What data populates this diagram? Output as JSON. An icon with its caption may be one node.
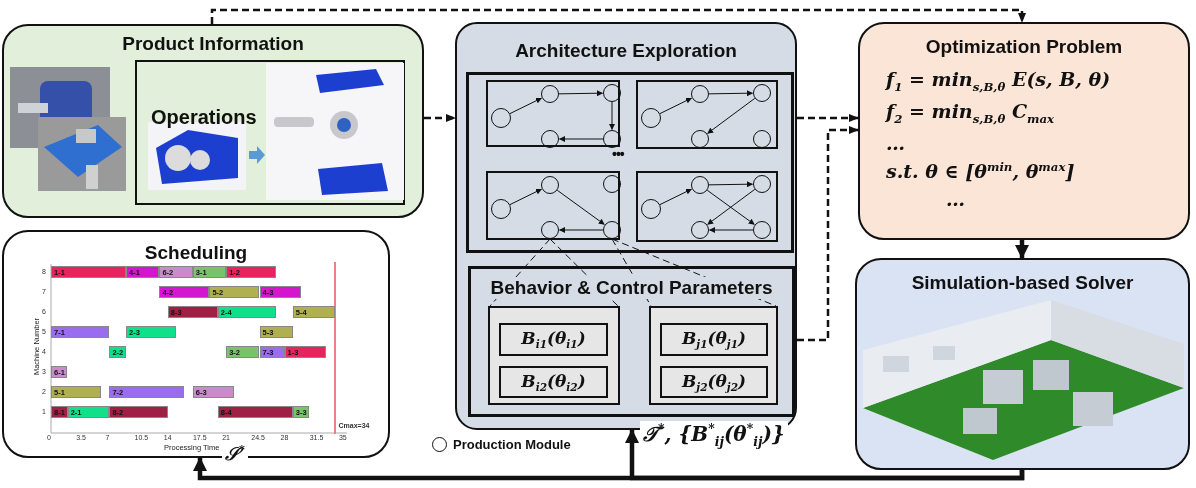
{
  "diagram": {
    "nodes": [
      {
        "text": [
          "Product Information"
        ]
      },
      {
        "text": [
          "Operations"
        ],
        "in": 0
      },
      {
        "text": [
          "Architecture Exploration"
        ]
      },
      {
        "text": [],
        "shape": "box",
        "in": 2
      },
      {
        "text": [],
        "shape": "box",
        "in": 3
      },
      {
        "text": [],
        "shape": "circle",
        "in": 4
      },
      {
        "text": [],
        "shape": "circle",
        "in": 4
      },
      {
        "text": [],
        "shape": "circle",
        "in": 4
      },
      {
        "text": [],
        "shape": "circle",
        "in": 4
      },
      {
        "text": [],
        "shape": "circle",
        "in": 4
      },
      {
        "text": [],
        "shape": "box",
        "in": 3
      },
      {
        "text": [],
        "shape": "circle",
        "in": 10
      },
      {
        "text": [],
        "shape": "circle",
        "in": 10
      },
      {
        "text": [],
        "shape": "circle",
        "in": 10
      },
      {
        "text": [],
        "shape": "circle",
        "in": 10
      },
      {
        "text": [],
        "shape": "circle",
        "in": 10
      },
      {
        "text": [],
        "shape": "box",
        "in": 3
      },
      {
        "text": [],
        "shape": "circle",
        "in": 16
      },
      {
        "text": [],
        "shape": "circle",
        "in": 16
      },
      {
        "text": [],
        "shape": "circle",
        "in": 16
      },
      {
        "text": [],
        "shape": "circle",
        "in": 16
      },
      {
        "text": [],
        "shape": "circle",
        "in": 16
      },
      {
        "text": [],
        "shape": "box",
        "in": 3
      },
      {
        "text": [],
        "shape": "circle",
        "in": 22
      },
      {
        "text": [],
        "shape": "circle",
        "in": 22
      },
      {
        "text": [],
        "shape": "circle",
        "in": 22
      },
      {
        "text": [],
        "shape": "circle",
        "in": 22
      },
      {
        "text": [],
        "shape": "circle",
        "in": 22
      },
      {
        "text": [
          "Behavior & Control Parameters"
        ],
        "in": 2
      },
      {
        "text": [],
        "shape": "box",
        "in": 28
      },
      {
        "text": [
          "B$_{i1}$(θ$_{i1}$)"
        ],
        "in": 29
      },
      {
        "text": [
          "B$_{i2}$(θ$_{i2}$)"
        ],
        "in": 29
      },
      {
        "text": [],
        "shape": "box",
        "in": 28
      },
      {
        "text": [
          "B$_{j1}$(θ$_{j1}$)"
        ],
        "in": 32
      },
      {
        "text": [
          "B$_{j2}$(θ$_{j2}$)"
        ],
        "in": 32
      },
      {
        "text": [
          "Optimization Problem",
          "f$_{1}$ = min$_{s,B,θ}$ E(s, B, θ)",
          "f$_{2}$ = min$_{s,B,θ}$ C$_{max}$",
          "…",
          "s.t. θ ∈ [θ$^{min}$, θ$^{max}$]",
          "…"
        ]
      },
      {
        "text": [
          "Simulation-based Solver"
        ]
      },
      {
        "text": [
          "Scheduling"
        ]
      }
    ],
    "edges": [
      {
        "from": 0,
        "to": 2,
        "arrow": "to",
        "style": "dashed"
      },
      {
        "from": 0,
        "to": 35,
        "arrow": "to",
        "style": "dashed"
      },
      {
        "from": 2,
        "to": 35,
        "arrow": "to",
        "style": "dashed"
      },
      {
        "from": 28,
        "to": 35,
        "arrow": "to",
        "style": "dashed"
      },
      {
        "from": 35,
        "to": 36,
        "arrow": "to",
        "style": "thick"
      },
      {
        "from": 36,
        "to": 2,
        "arrow": "to",
        "style": "thick",
        "label": "𝒯$^{*}$, {B$^{*}$$_{ij}$(θ$^{*}$$_{ij}$)}"
      },
      {
        "from": 36,
        "to": 37,
        "arrow": "to",
        "style": "thick",
        "label": "𝒮$^{*}$"
      },
      {
        "from": 20,
        "to": 29,
        "arrow": "none",
        "style": "dashed"
      },
      {
        "from": 20,
        "to": 29,
        "arrow": "none",
        "style": "dashed"
      },
      {
        "from": 21,
        "to": 32,
        "arrow": "none",
        "style": "dashed"
      },
      {
        "from": 21,
        "to": 32,
        "arrow": "none",
        "style": "dashed"
      },
      {
        "from": 5,
        "to": 6,
        "arrow": "to"
      },
      {
        "from": 6,
        "to": 7,
        "arrow": "to"
      },
      {
        "from": 7,
        "to": 9,
        "arrow": "to"
      },
      {
        "from": 9,
        "to": 8,
        "arrow": "to"
      },
      {
        "from": 11,
        "to": 12,
        "arrow": "to"
      },
      {
        "from": 12,
        "to": 13,
        "arrow": "to"
      },
      {
        "from": 13,
        "to": 14,
        "arrow": "to"
      },
      {
        "from": 17,
        "to": 18,
        "arrow": "to"
      },
      {
        "from": 18,
        "to": 21,
        "arrow": "to"
      },
      {
        "from": 21,
        "to": 20,
        "arrow": "to"
      },
      {
        "from": 23,
        "to": 24,
        "arrow": "to"
      },
      {
        "from": 24,
        "to": 25,
        "arrow": "to"
      },
      {
        "from": 24,
        "to": 27,
        "arrow": "to"
      },
      {
        "from": 25,
        "to": 26,
        "arrow": "to"
      },
      {
        "from": 27,
        "to": 26,
        "arrow": "to"
      }
    ],
    "labels": [
      "1-1",
      "4-1",
      "6-2",
      "3-1",
      "1-2",
      "4-2",
      "5-2",
      "4-3",
      "8-3",
      "2-4",
      "5-4",
      "7-1",
      "2-3",
      "5-3",
      "2-2",
      "3-2",
      "7-3",
      "1-3",
      "6-1",
      "5-1",
      "7-2",
      "6-3",
      "8-1",
      "2-1",
      "8-2",
      "8-4",
      "3-3",
      "Cmax=34",
      "Machine Number",
      "Processing Time",
      "0",
      "3.5",
      "7",
      "10.5",
      "14",
      "17.5",
      "21",
      "24.5",
      "28",
      "31.5",
      "35",
      "8",
      "7",
      "6",
      "5",
      "4",
      "3",
      "2",
      "1",
      "•••"
    ],
    "legend": [
      {
        "text": "Production Module"
      }
    ]
  }
}
